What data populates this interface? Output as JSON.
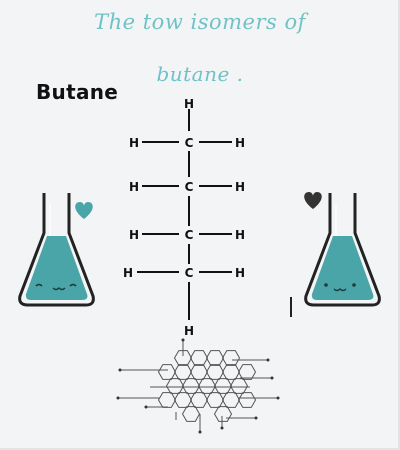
{
  "title": {
    "line1": "The tow isomers of",
    "line2": "butane ."
  },
  "molecule": {
    "name": "Butane",
    "hydrogen": "H",
    "carbon": "C"
  },
  "colors": {
    "title": "#6fc2c5",
    "liquid": "#4aa5a8",
    "heart_left": "#4aa5a8",
    "heart_right": "#333333",
    "background": "#f3f4f6"
  },
  "icons": [
    "flask-icon",
    "heart-icon",
    "hexagon-network-icon"
  ]
}
